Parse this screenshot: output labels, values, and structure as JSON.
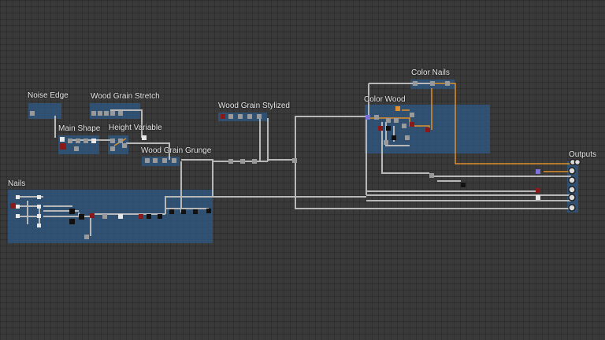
{
  "graph": {
    "frames": [
      {
        "id": "noise-edge",
        "label": "Noise Edge"
      },
      {
        "id": "wood-grain-stretch",
        "label": "Wood Grain Stretch"
      },
      {
        "id": "main-shape",
        "label": "Main Shape"
      },
      {
        "id": "height-variable",
        "label": "Height Variable"
      },
      {
        "id": "wood-grain-grunge",
        "label": "Wood Grain Grunge"
      },
      {
        "id": "wood-grain-stylized",
        "label": "Wood Grain Stylized"
      },
      {
        "id": "color-wood",
        "label": "Color Wood"
      },
      {
        "id": "color-nails",
        "label": "Color Nails"
      },
      {
        "id": "nails",
        "label": "Nails"
      },
      {
        "id": "outputs",
        "label": "Outputs"
      }
    ],
    "output_count": 5,
    "colors": {
      "background": "#3a3a3a",
      "frame_fill": "#2f5a86",
      "link": "#b8b8b8",
      "link_highlight": "#e0902a",
      "node": "#9a9a9a",
      "node_dark": "#111111",
      "node_red": "#8a1a1a",
      "node_purple": "#7a72d8"
    }
  }
}
